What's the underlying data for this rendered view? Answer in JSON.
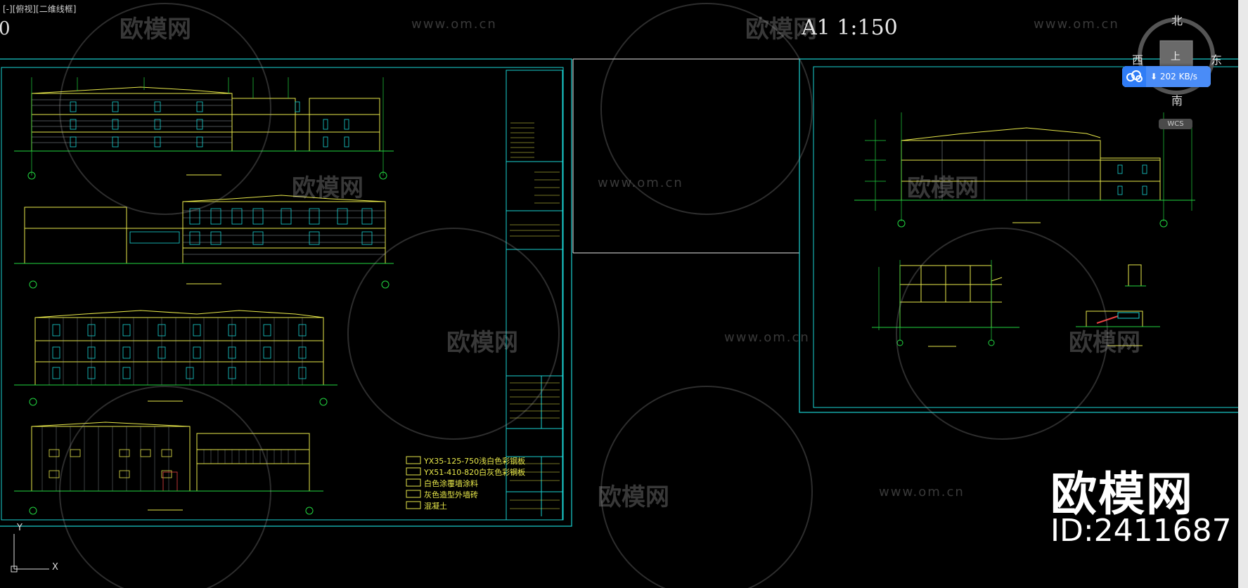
{
  "viewport": {
    "label": "[-][俯视][二维线框]",
    "scale_title": "A1 1:150",
    "left_digit": "0"
  },
  "viewcube": {
    "north": "北",
    "south": "南",
    "west": "西",
    "east": "东",
    "top_face": "上",
    "wcs_label": "WCS"
  },
  "download_badge": {
    "speed": "⬇ 202 KB/s",
    "icon": "cloud-download-icon"
  },
  "legend": {
    "items": [
      "YX35-125-750浅白色彩钢板",
      "YX51-410-820白灰色彩钢板",
      "白色涂覆墙涂料",
      "灰色造型外墙砖",
      "混凝土"
    ]
  },
  "watermark": {
    "brand": "欧模网",
    "site": "www.om.cn",
    "id_text": "ID:2411687"
  },
  "ucs": {
    "y": "Y",
    "x": "X",
    "icon": "ucs-axis-icon"
  },
  "colors": {
    "background": "#000000",
    "frame": "#1ad2d2",
    "wall": "#e8e84a",
    "dimension": "#22d640",
    "accent": "#e64040"
  }
}
